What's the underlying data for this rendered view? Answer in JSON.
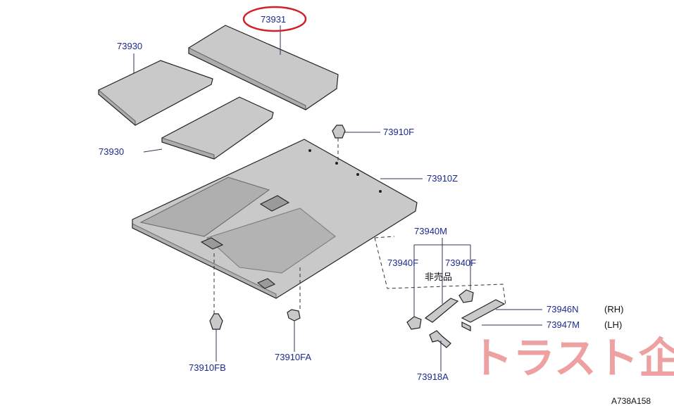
{
  "labels": {
    "p73931": "73931",
    "p73930_top": "73930",
    "p73930_mid": "73930",
    "p73910F": "73910F",
    "p73910Z": "73910Z",
    "p73940M": "73940M",
    "p73940F_left": "73940F",
    "p73940F_right": "73940F",
    "not_sold": "非売品",
    "p73946N": "73946N",
    "p73947M": "73947M",
    "rh": "(RH)",
    "lh": "(LH)",
    "p73910FB": "73910FB",
    "p73910FA": "73910FA",
    "p73918A": "73918A"
  },
  "reference_code": "A738A158",
  "watermark": "トラスト企画",
  "colors": {
    "label": "#1c2a8f",
    "highlight_circle": "#d0202a",
    "watermark": "#e05555"
  }
}
